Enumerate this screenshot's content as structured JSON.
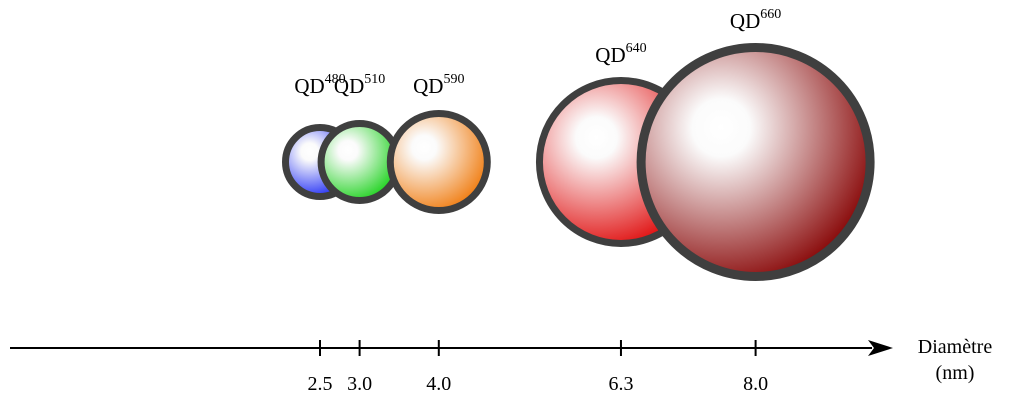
{
  "dots": [
    {
      "base": "QD",
      "exp": "480",
      "diameter": 2.5,
      "color": "#1f2cf5"
    },
    {
      "base": "QD",
      "exp": "510",
      "diameter": 3.0,
      "color": "#1fd21f"
    },
    {
      "base": "QD",
      "exp": "590",
      "diameter": 4.0,
      "color": "#f07d12"
    },
    {
      "base": "QD",
      "exp": "640",
      "diameter": 6.3,
      "color": "#e01010"
    },
    {
      "base": "QD",
      "exp": "660",
      "diameter": 8.0,
      "color": "#8a0b0b"
    }
  ],
  "axis": {
    "title_line1": "Diamètre",
    "title_line2": "(nm)",
    "ticks": [
      "2.5",
      "3.0",
      "4.0",
      "6.3",
      "8.0"
    ]
  },
  "colors": {
    "shell": "#3f3f3f",
    "axis": "#000000"
  }
}
